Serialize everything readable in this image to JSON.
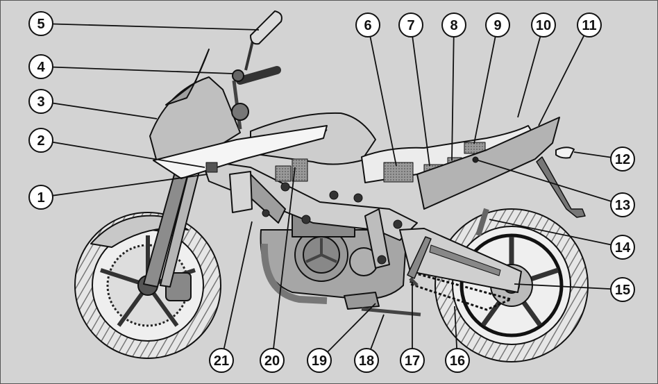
{
  "figure": {
    "background_color": "#d3d3d3",
    "line_color": "#111111",
    "callout_fill": "#ffffff"
  },
  "callouts": [
    {
      "label": "1"
    },
    {
      "label": "2"
    },
    {
      "label": "3"
    },
    {
      "label": "4"
    },
    {
      "label": "5"
    },
    {
      "label": "6"
    },
    {
      "label": "7"
    },
    {
      "label": "8"
    },
    {
      "label": "9"
    },
    {
      "label": "10"
    },
    {
      "label": "11"
    },
    {
      "label": "12"
    },
    {
      "label": "13"
    },
    {
      "label": "14"
    },
    {
      "label": "15"
    },
    {
      "label": "16"
    },
    {
      "label": "17"
    },
    {
      "label": "18"
    },
    {
      "label": "19"
    },
    {
      "label": "20"
    },
    {
      "label": "21"
    }
  ]
}
